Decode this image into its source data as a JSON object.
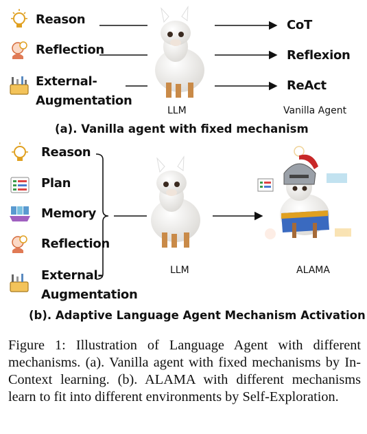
{
  "panel_a": {
    "inputs": [
      "Reason",
      "Reflection",
      "External-",
      "Augmentation"
    ],
    "outputs": [
      "CoT",
      "Reflexion",
      "ReAct"
    ],
    "model_label": "LLM",
    "agent_label": "Vanilla Agent",
    "heading": "(a). Vanilla agent with fixed mechanism"
  },
  "panel_b": {
    "inputs": [
      "Reason",
      "Plan",
      "Memory",
      "Reflection",
      "External-",
      "Augmentation"
    ],
    "model_label": "LLM",
    "agent_label": "ALAMA",
    "heading": "(b). Adaptive Language Agent Mechanism Activation"
  },
  "caption": "Figure 1: Illustration of Language Agent with different mechanisms. (a). Vanilla agent with fixed mechanisms by In-Context learning. (b). ALAMA with different mechanisms learn to fit into different environments by Self-Exploration.",
  "icons": [
    "lightbulb-icon",
    "reflection-head-icon",
    "toolbox-icon",
    "plan-list-icon",
    "memory-books-icon",
    "alpaca-illustration",
    "knight-alpaca-illustration"
  ]
}
